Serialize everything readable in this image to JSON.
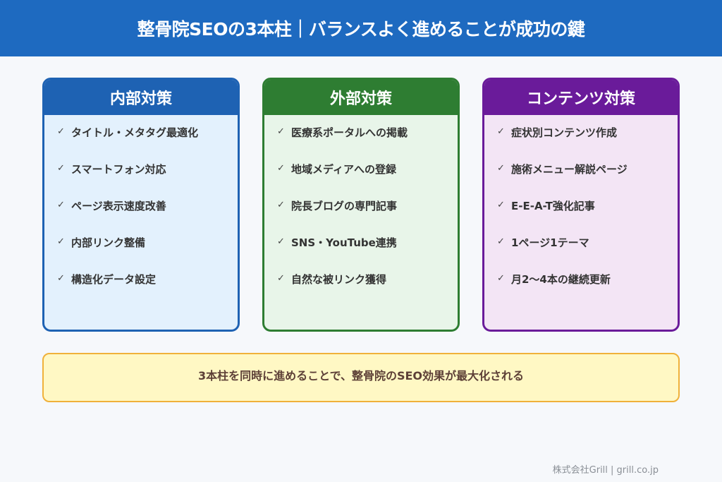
{
  "header": {
    "title": "整骨院SEOの3本柱｜バランスよく進めることが成功の鍵",
    "background": "#1e6ac0"
  },
  "pillars": [
    {
      "title": "内部対策",
      "color": "#1e62b3",
      "bg": "#e3f1fd",
      "check_icon": "✓",
      "items": [
        "タイトル・メタタグ最適化",
        "スマートフォン対応",
        "ページ表示速度改善",
        "内部リンク整備",
        "構造化データ設定"
      ]
    },
    {
      "title": "外部対策",
      "color": "#2e7d32",
      "bg": "#e8f5e9",
      "check_icon": "✓",
      "items": [
        "医療系ポータルへの掲載",
        "地域メディアへの登録",
        "院長ブログの専門記事",
        "SNS・YouTube連携",
        "自然な被リンク獲得"
      ]
    },
    {
      "title": "コンテンツ対策",
      "color": "#6a1b9a",
      "bg": "#f3e5f5",
      "check_icon": "✓",
      "items": [
        "症状別コンテンツ作成",
        "施術メニュー解説ページ",
        "E-E-A-T強化記事",
        "1ページ1テーマ",
        "月2〜4本の継続更新"
      ]
    }
  ],
  "summary": {
    "text": "3本柱を同時に進めることで、整骨院のSEO効果が最大化される",
    "bg": "#fff8c4",
    "border": "#f0b13a"
  },
  "footer": {
    "credit": "株式会社Grill | grill.co.jp"
  }
}
